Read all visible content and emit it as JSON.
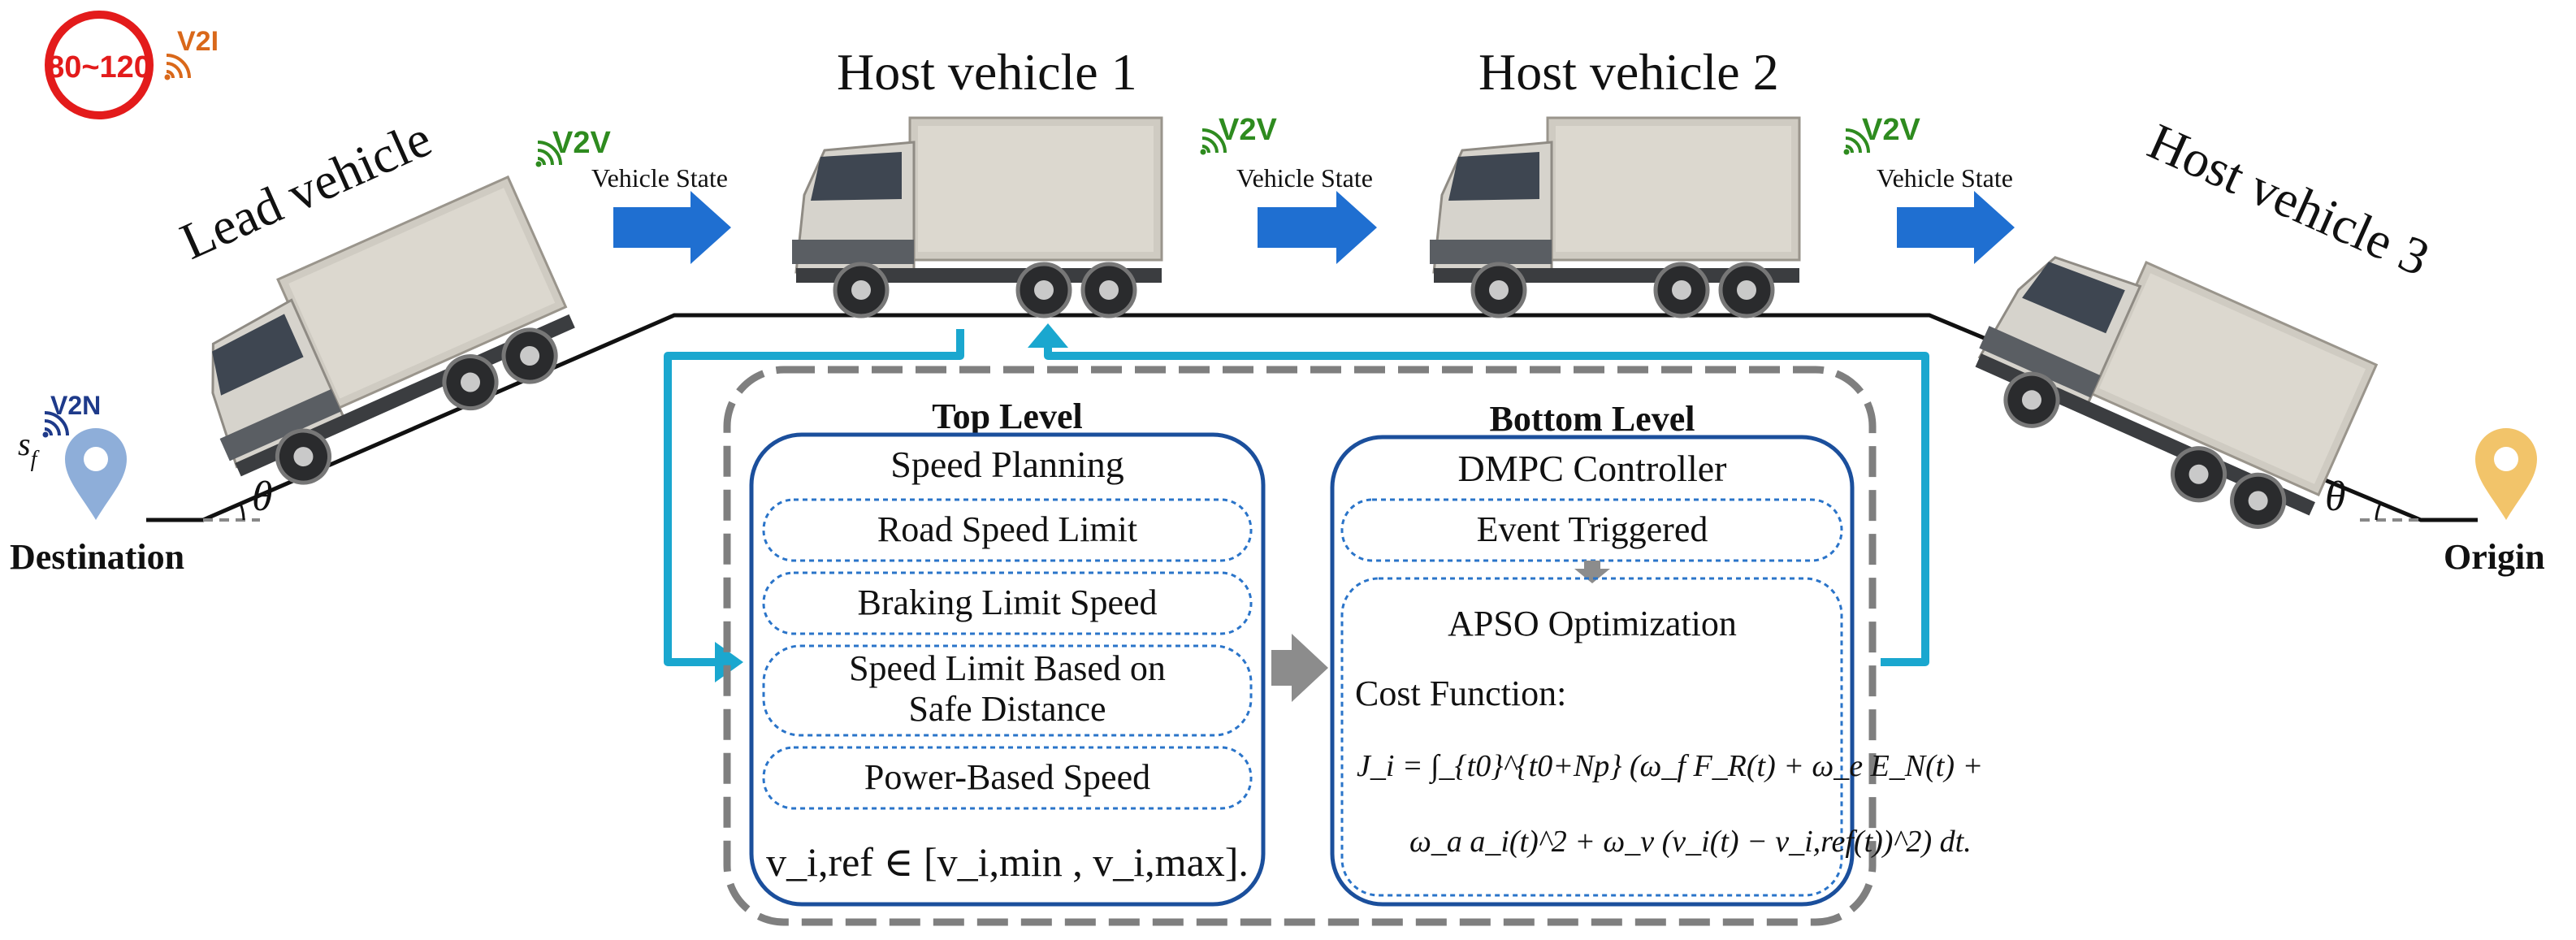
{
  "colors": {
    "road": "#111111",
    "arrow_blue": "#1f6fd1",
    "loop_cyan": "#1aa7cf",
    "box_border": "#1b4f9c",
    "dotted_border": "#2a74c9",
    "dashed_gray": "#7f7f7f",
    "gray_arrow": "#8c8c8c",
    "v2v_green": "#2e8b1f",
    "v2n_blue": "#1e3a8a",
    "v2i_orange": "#d9681a",
    "speed_sign_red": "#e31b1b",
    "dest_pin": "#8eaed9",
    "origin_pin": "#f2c46a"
  },
  "icons": {
    "truck": "truck-icon",
    "signal": "wifi-signal-icon",
    "pin": "location-pin-icon",
    "speed_sign": "speed-limit-sign-icon"
  },
  "scene": {
    "speed_sign_text": "80~120",
    "v2i_label": "V2I",
    "v2n_label": "V2N",
    "s_f_main": "s",
    "s_f_sub": "f",
    "theta": "θ",
    "destination": "Destination",
    "origin": "Origin",
    "lead_vehicle": "Lead vehicle",
    "host_vehicle_1": "Host vehicle 1",
    "host_vehicle_2": "Host vehicle 2",
    "host_vehicle_3": "Host vehicle 3",
    "v2v_label": "V2V",
    "vehicle_state": "Vehicle State"
  },
  "top_level": {
    "title": "Top Level",
    "subtitle": "Speed Planning",
    "items": [
      "Road Speed Limit",
      "Braking Limit Speed",
      "Speed Limit Based on",
      "Safe Distance",
      "Power-Based Speed"
    ],
    "formula": "v_i,ref ∈ [v_i,min , v_i,max]."
  },
  "bottom_level": {
    "title": "Bottom Level",
    "subtitle": "DMPC Controller",
    "event": "Event Triggered",
    "apso": "APSO Optimization",
    "cost_label": "Cost Function:",
    "eq_line1": "J_i = ∫_{t0}^{t0+Np} (ω_f F_R(t) + ω_e E_N(t) +",
    "eq_line2": "ω_a a_i(t)^2 + ω_v (v_i(t) − v_i,ref(t))^2) dt."
  }
}
